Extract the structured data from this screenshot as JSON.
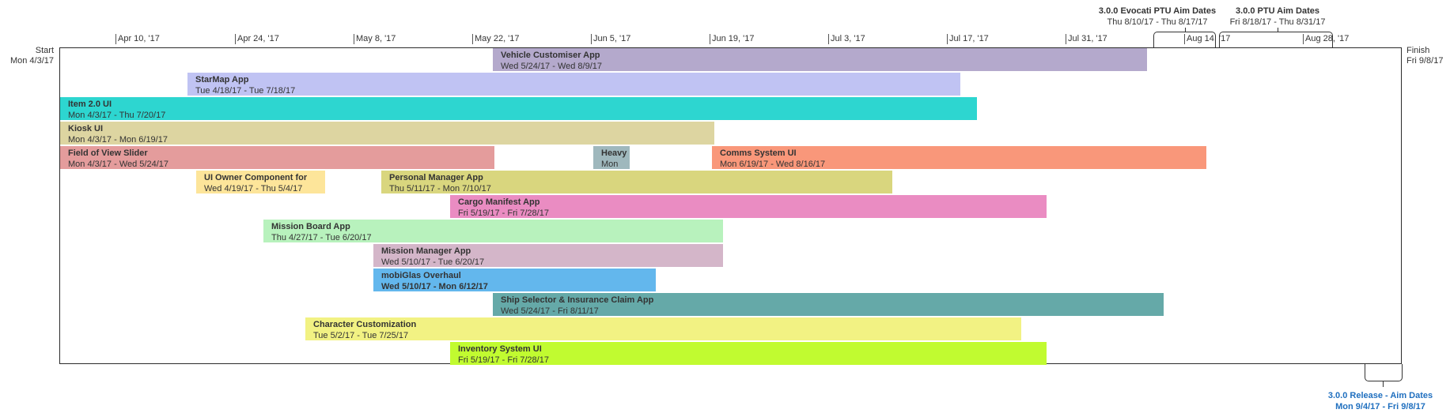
{
  "axis": {
    "ticks": [
      "Apr 10, '17",
      "Apr 24, '17",
      "May 8, '17",
      "May 22, '17",
      "Jun 5, '17",
      "Jun 19, '17",
      "Jul 3, '17",
      "Jul 17, '17",
      "Jul 31, '17",
      "Aug 14, '17",
      "Aug 28, '17"
    ]
  },
  "start": {
    "label": "Start",
    "date": "Mon 4/3/17"
  },
  "finish": {
    "label": "Finish",
    "date": "Fri 9/8/17"
  },
  "callouts": {
    "evocati": {
      "title": "3.0.0 Evocati PTU Aim Dates",
      "dates": "Thu 8/10/17 - Thu 8/17/17"
    },
    "ptu": {
      "title": "3.0.0 PTU Aim Dates",
      "dates": "Fri 8/18/17 - Thu 8/31/17"
    },
    "release": {
      "title": "3.0.0 Release - Aim Dates",
      "dates": "Mon 9/4/17 - Fri 9/8/17"
    }
  },
  "tasks": [
    {
      "name": "Vehicle Customiser App",
      "dates": "Wed 5/24/17 - Wed 8/9/17",
      "color": "#b4a9cc"
    },
    {
      "name": "StarMap App",
      "dates": "Tue 4/18/17 - Tue 7/18/17",
      "color": "#c0c3f3"
    },
    {
      "name": "Item 2.0 UI",
      "dates": "Mon 4/3/17 - Thu 7/20/17",
      "color": "#2dd6d0"
    },
    {
      "name": "Kiosk UI",
      "dates": "Mon 4/3/17 - Mon 6/19/17",
      "color": "#ddd5a1"
    },
    {
      "name": "Field of View Slider",
      "dates": "Mon 4/3/17 - Wed 5/24/17",
      "color": "#e49c9c"
    },
    {
      "name": "Heavy",
      "dates": "Mon",
      "color": "#9fb8bd"
    },
    {
      "name": "Comms System UI",
      "dates": "Mon 6/19/17 - Wed 8/16/17",
      "color": "#f9977a"
    },
    {
      "name": "UI Owner Component for",
      "dates": "Wed 4/19/17 - Thu 5/4/17",
      "color": "#fde59a"
    },
    {
      "name": "Personal Manager App",
      "dates": "Thu 5/11/17 - Mon 7/10/17",
      "color": "#d9d67e"
    },
    {
      "name": "Cargo Manifest App",
      "dates": "Fri 5/19/17 - Fri 7/28/17",
      "color": "#ea8cc2"
    },
    {
      "name": "Mission Board App",
      "dates": "Thu 4/27/17 - Tue 6/20/17",
      "color": "#b8f2bd"
    },
    {
      "name": "Mission Manager App",
      "dates": "Wed 5/10/17 - Tue 6/20/17",
      "color": "#d4b6c9"
    },
    {
      "name": "mobiGlas Overhaul",
      "dates": "Wed 5/10/17 - Mon 6/12/17",
      "color": "#63b7ed"
    },
    {
      "name": "Ship Selector & Insurance Claim App",
      "dates": "Wed 5/24/17 - Fri 8/11/17",
      "color": "#65a9a8"
    },
    {
      "name": "Character Customization",
      "dates": "Tue 5/2/17 - Tue 7/25/17",
      "color": "#f2f283"
    },
    {
      "name": "Inventory System UI",
      "dates": "Fri 5/19/17 - Fri 7/28/17",
      "color": "#c1fb30"
    }
  ]
}
